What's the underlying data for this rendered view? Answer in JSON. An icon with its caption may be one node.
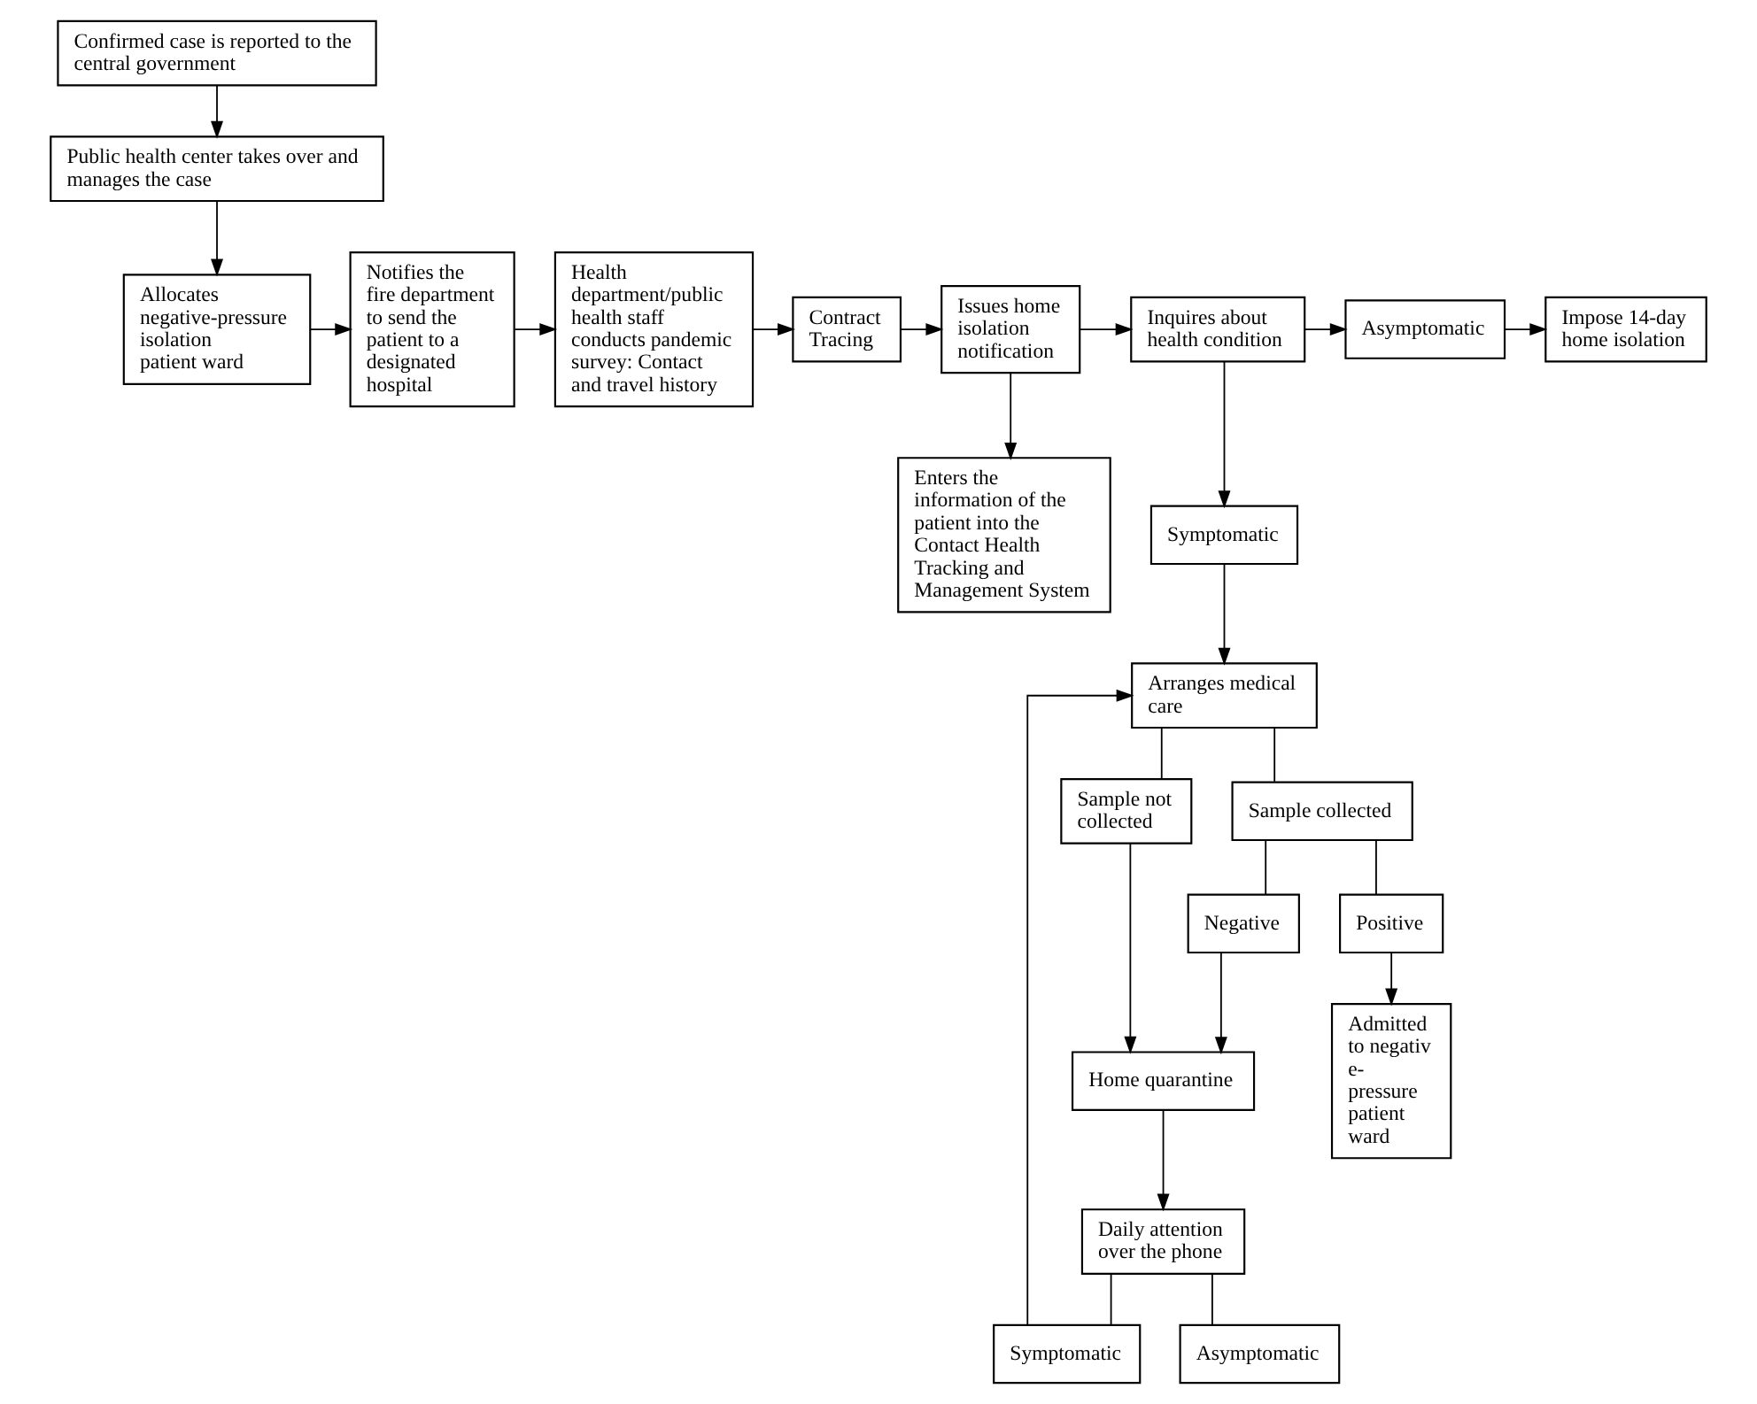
{
  "diagram": {
    "nodes": [
      {
        "text": [
          "Confirmed case is reported to the central government"
        ]
      },
      {
        "text": [
          "Public health center takes over and manages the case"
        ]
      },
      {
        "text": [
          "Allocates negative-pressure isolation patient ward"
        ]
      },
      {
        "text": [
          "Notifies the fire department to send the patient to a designated hospital"
        ]
      },
      {
        "text": [
          "Health department/public health staff conducts pandemic survey: Contact and travel history"
        ]
      },
      {
        "text": [
          "Contract Tracing"
        ]
      },
      {
        "text": [
          "Issues home isolation notification"
        ]
      },
      {
        "text": [
          "Inquires about health condition"
        ]
      },
      {
        "text": [
          "Asymptomatic"
        ]
      },
      {
        "text": [
          "Impose 14-day home isolation"
        ]
      },
      {
        "text": [
          "Symptomatic"
        ]
      },
      {
        "text": [
          "Enters the information of the patient into the Contact Health Tracking and Management System"
        ]
      },
      {
        "text": [
          "Arranges medical care"
        ]
      },
      {
        "text": [
          "Sample not collected"
        ]
      },
      {
        "text": [
          "Sample collected"
        ]
      },
      {
        "text": [
          "Negative"
        ]
      },
      {
        "text": [
          "Positive"
        ]
      },
      {
        "text": [
          "Home quarantine"
        ]
      },
      {
        "text": [
          "Admitted to negativ e- pressure patient ward"
        ]
      },
      {
        "text": [
          "Daily attention over the phone"
        ]
      },
      {
        "text": [
          "Symptomatic"
        ]
      },
      {
        "text": [
          "Asymptomatic"
        ]
      }
    ],
    "edges": [
      {
        "from": 0,
        "to": 1,
        "arrow": "to"
      },
      {
        "from": 1,
        "to": 2,
        "arrow": "to"
      },
      {
        "from": 2,
        "to": 3,
        "arrow": "to"
      },
      {
        "from": 3,
        "to": 4,
        "arrow": "to"
      },
      {
        "from": 4,
        "to": 5,
        "arrow": "to"
      },
      {
        "from": 5,
        "to": 6,
        "arrow": "to"
      },
      {
        "from": 6,
        "to": 7,
        "arrow": "to"
      },
      {
        "from": 6,
        "to": 11,
        "arrow": "to"
      },
      {
        "from": 7,
        "to": 8,
        "arrow": "to"
      },
      {
        "from": 7,
        "to": 10,
        "arrow": "to"
      },
      {
        "from": 8,
        "to": 9,
        "arrow": "to"
      },
      {
        "from": 10,
        "to": 12,
        "arrow": "to"
      },
      {
        "from": 12,
        "to": 13,
        "arrow": "none"
      },
      {
        "from": 12,
        "to": 14,
        "arrow": "none"
      },
      {
        "from": 13,
        "to": 17,
        "arrow": "to"
      },
      {
        "from": 14,
        "to": 15,
        "arrow": "none"
      },
      {
        "from": 14,
        "to": 16,
        "arrow": "none"
      },
      {
        "from": 15,
        "to": 17,
        "arrow": "to"
      },
      {
        "from": 16,
        "to": 18,
        "arrow": "to"
      },
      {
        "from": 17,
        "to": 19,
        "arrow": "to"
      },
      {
        "from": 19,
        "to": 20,
        "arrow": "none"
      },
      {
        "from": 19,
        "to": 21,
        "arrow": "none"
      },
      {
        "from": 20,
        "to": 12,
        "arrow": "to"
      }
    ]
  }
}
